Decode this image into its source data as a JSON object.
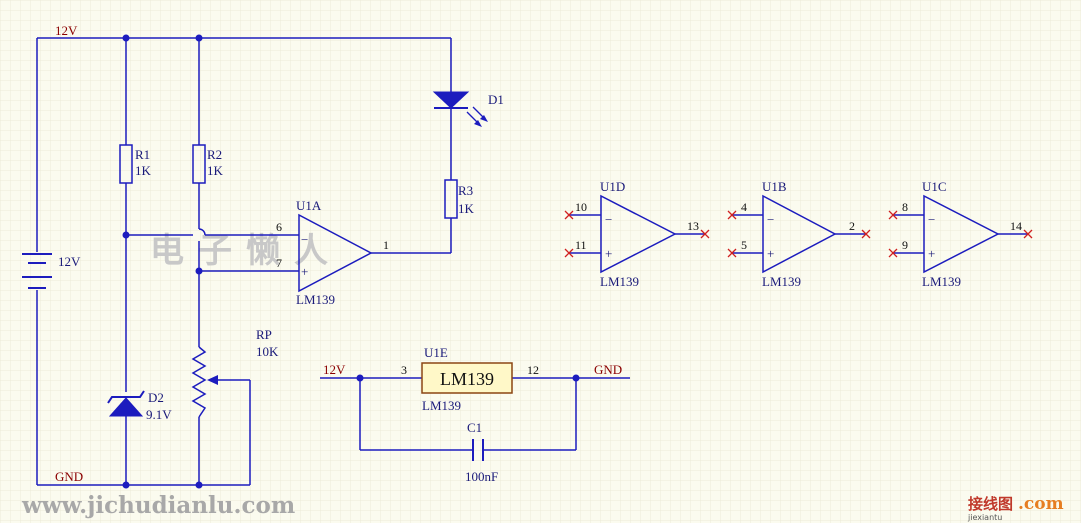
{
  "colors": {
    "wire": "#1c1cbe",
    "net": "#8b0000",
    "grid": "#ecebd8",
    "background": "#fbfbef",
    "pin_x": "#d02020",
    "ic_fill": "#fff8c8"
  },
  "nets": {
    "top_12v": "12V",
    "gnd": "GND",
    "u1e_12v": "12V",
    "u1e_gnd": "GND"
  },
  "battery": {
    "label": "12V"
  },
  "r1": {
    "ref": "R1",
    "value": "1K"
  },
  "r2": {
    "ref": "R2",
    "value": "1K"
  },
  "r3": {
    "ref": "R3",
    "value": "1K"
  },
  "d1": {
    "ref": "D1"
  },
  "d2": {
    "ref": "D2",
    "value": "9.1V"
  },
  "rp": {
    "ref": "RP",
    "value": "10K"
  },
  "c1": {
    "ref": "C1",
    "value": "100nF"
  },
  "u1a": {
    "ref": "U1A",
    "part": "LM139",
    "pin_inv": "6",
    "pin_noninv": "7",
    "pin_out": "1"
  },
  "u1d": {
    "ref": "U1D",
    "part": "LM139",
    "pin_inv": "10",
    "pin_noninv": "11",
    "pin_out": "13"
  },
  "u1b": {
    "ref": "U1B",
    "part": "LM139",
    "pin_inv": "4",
    "pin_noninv": "5",
    "pin_out": "2"
  },
  "u1c": {
    "ref": "U1C",
    "part": "LM139",
    "pin_inv": "8",
    "pin_noninv": "9",
    "pin_out": "14"
  },
  "u1e": {
    "ref": "U1E",
    "part": "LM139",
    "box_label": "LM139",
    "pin_left": "3",
    "pin_right": "12"
  },
  "symbols": {
    "minus": "−",
    "plus": "+"
  },
  "watermarks": {
    "center": "电子懒人",
    "bottom_left": "www.jichudianlu.com",
    "bottom_right_cn": "接线图",
    "bottom_right_dot": ".com",
    "bottom_right_small": "jiexiantu"
  }
}
